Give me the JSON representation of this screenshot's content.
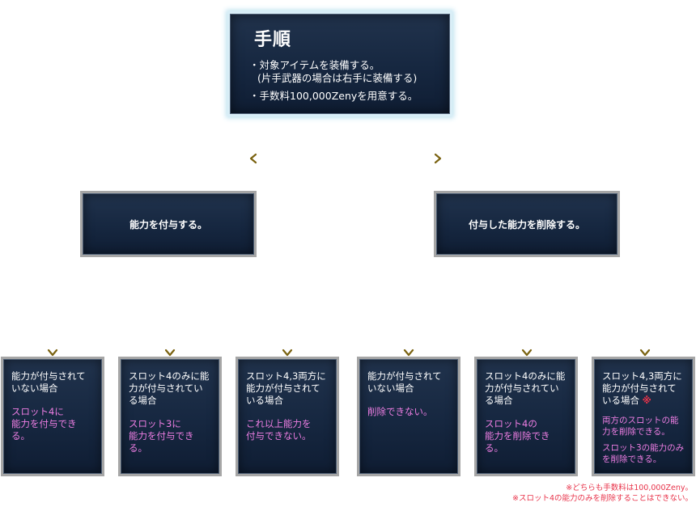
{
  "root": {
    "title": "手順",
    "steps": [
      "対象アイテムを装備する。\n(片手武器の場合は右手に装備する)",
      "手数料100,000Zenyを用意する。"
    ]
  },
  "branches": [
    {
      "label": "能力を付与する。",
      "cases": [
        {
          "condition": "能力が付与されていない場合",
          "result": "スロット4に\n能力を付与できる。"
        },
        {
          "condition": "スロット4のみに能力が付与されている場合",
          "result": "スロット3に\n能力を付与できる。"
        },
        {
          "condition": "スロット4,3両方に能力が付与されている場合",
          "result": "これ以上能力を\n付与できない。"
        }
      ]
    },
    {
      "label": "付与した能力を削除する。",
      "cases": [
        {
          "condition": "能力が付与されていない場合",
          "result": "削除できない。"
        },
        {
          "condition": "スロット4のみに能力が付与されている場合",
          "result": "スロット4の\n能力を削除できる。"
        },
        {
          "condition": "スロット4,3両方に能力が付与されている場合",
          "mark": "※",
          "extras": [
            "両方のスロットの能力を削除できる。",
            "スロット3の能力のみを削除できる。"
          ]
        }
      ]
    }
  ],
  "footnotes": [
    "※どちらも手数料は100,000Zeny。",
    "※スロット4の能力のみを削除することはできない。"
  ],
  "colors": {
    "box_fill": "#162740",
    "box_border": "#a6a6a6",
    "connector": "#8a7013",
    "highlight_text": "#ee7ee3",
    "note_text": "#e8334a"
  }
}
